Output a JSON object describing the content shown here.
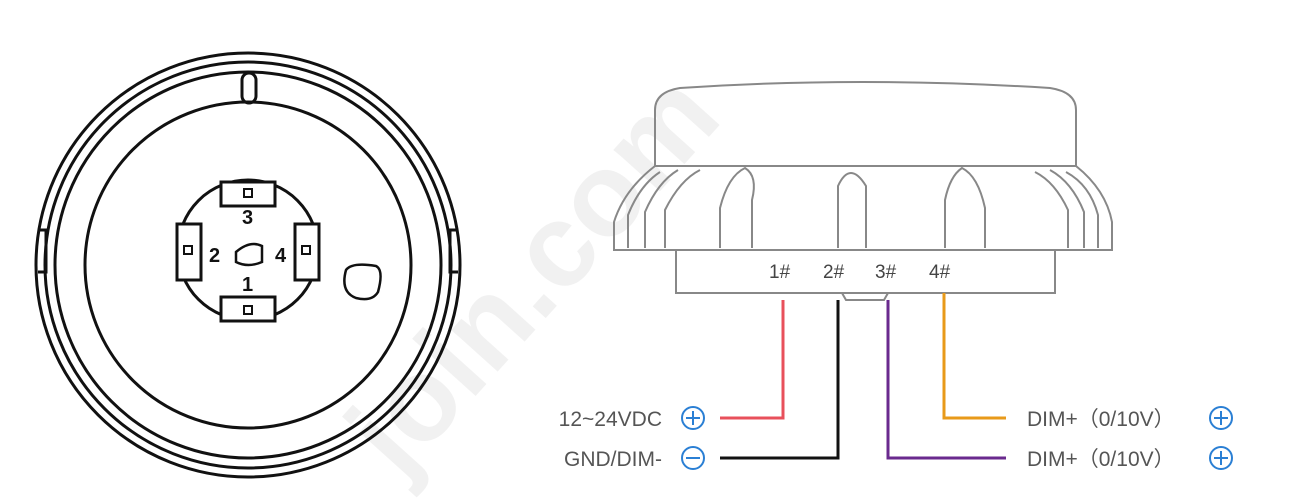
{
  "watermark": "join.com",
  "connector_pins": {
    "pin3": "3",
    "pin2": "2",
    "pin4": "4",
    "pin1": "1"
  },
  "wire_numbers": [
    "1#",
    "2#",
    "3#",
    "4#"
  ],
  "labels": {
    "left_top": "12~24VDC",
    "left_bottom": "GND/DIM-",
    "right_top": "DIM+（0/10V）",
    "right_bottom": "DIM+（0/10V）"
  },
  "wire_colors": {
    "red": "#e8505b",
    "black": "#111111",
    "purple": "#6a2a8e",
    "orange": "#e89a1a",
    "symbol_blue": "#2a7fd4"
  },
  "symbols": {
    "plus": "plus-circle-icon",
    "minus": "minus-circle-icon"
  }
}
